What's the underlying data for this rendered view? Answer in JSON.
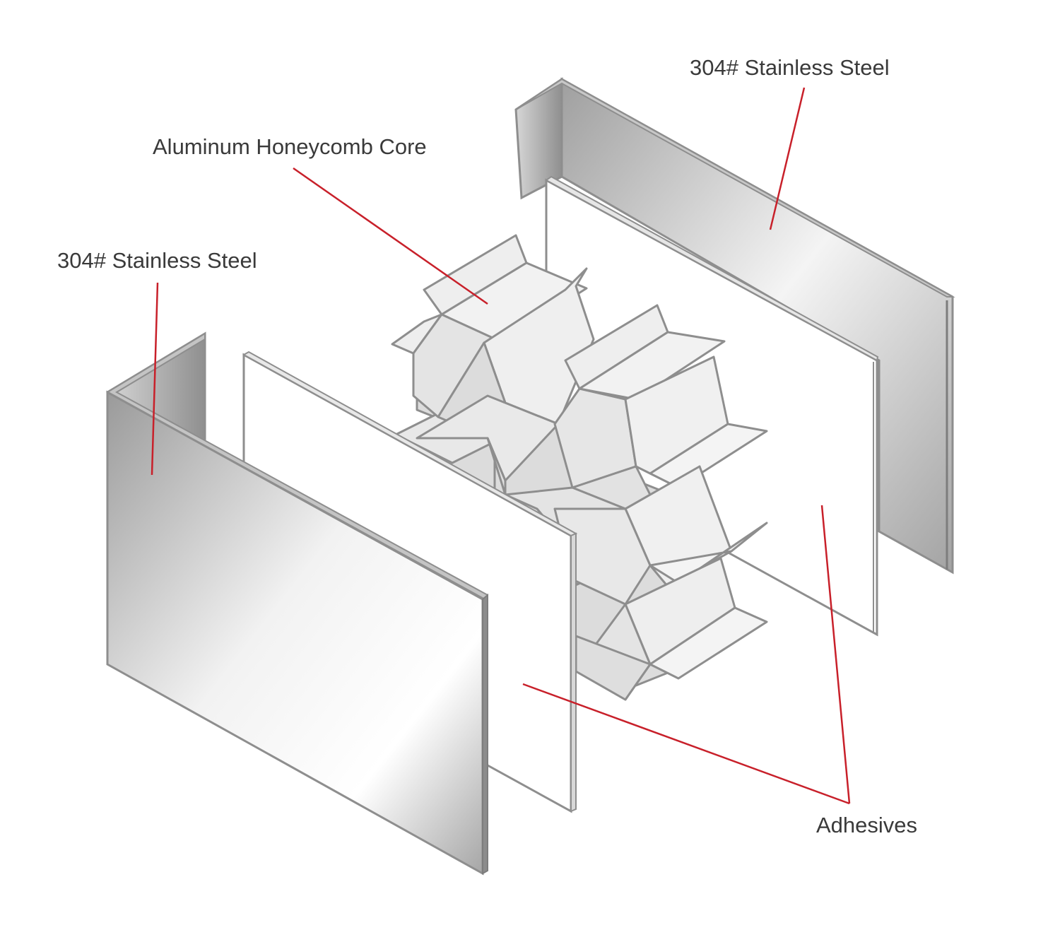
{
  "labels": {
    "steel_top": "304# Stainless Steel",
    "core": "Aluminum Honeycomb Core",
    "steel_left": "304# Stainless Steel",
    "adhesives": "Adhesives"
  },
  "colors": {
    "leader_line": "#c8202a",
    "outline": "#8e8e8e",
    "honeycomb_fill": "#eeeeee",
    "honeycomb_inner": "#dcdcdc",
    "adhesive_fill": "#ffffff"
  }
}
